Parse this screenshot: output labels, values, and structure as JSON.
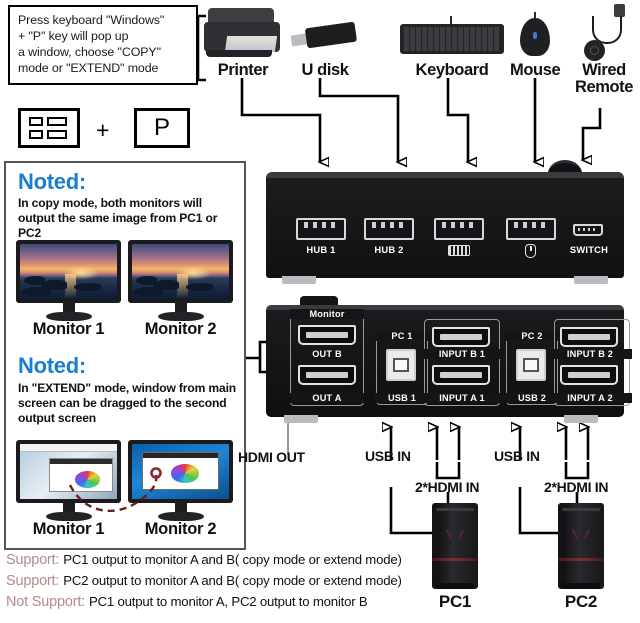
{
  "instruction": {
    "lines": [
      "Press keyboard \"Windows\"",
      "+ \"P\" key will pop up",
      "a window, choose \"COPY\"",
      "mode or \"EXTEND\" mode"
    ],
    "win_key_icon": "windows-key-icon",
    "plus": "+",
    "p_key_label": "P"
  },
  "peripherals": [
    {
      "label": "Printer",
      "icon": "printer-icon"
    },
    {
      "label": "U disk",
      "icon": "usb-flash-drive-icon"
    },
    {
      "label": "Keyboard",
      "icon": "keyboard-icon"
    },
    {
      "label": "Mouse",
      "icon": "mouse-icon"
    },
    {
      "label": "Wired\nRemote",
      "icon": "wired-remote-icon",
      "line1": "Wired",
      "line2": "Remote"
    }
  ],
  "noted_panels": [
    {
      "heading": "Noted:",
      "body": "In copy mode, both monitors will output the same image from PC1 or PC2",
      "monitors": [
        {
          "caption": "Monitor 1",
          "screen": "sunset-beach-photo"
        },
        {
          "caption": "Monitor 2",
          "screen": "sunset-beach-photo"
        }
      ]
    },
    {
      "heading": "Noted:",
      "body": "In \"EXTEND\" mode, window from main screen can be dragged to the second output screen",
      "monitors": [
        {
          "caption": "Monitor 1",
          "screen": "desktop-window-light"
        },
        {
          "caption": "Monitor 2",
          "screen": "desktop-window-blue"
        }
      ]
    }
  ],
  "kvm_front": {
    "name": "kvm-switch-front-panel",
    "ports": [
      {
        "label": "HUB 1",
        "type": "usb-a",
        "icon": "usb-a-port-icon"
      },
      {
        "label": "HUB 2",
        "type": "usb-a",
        "icon": "usb-a-port-icon"
      },
      {
        "label": "",
        "type": "usb-a",
        "icon": "keyboard-glyph-icon"
      },
      {
        "label": "",
        "type": "usb-a",
        "icon": "mouse-glyph-icon"
      },
      {
        "label": "SWITCH",
        "type": "micro-usb",
        "icon": "micro-usb-port-icon"
      }
    ],
    "button": "power-switch-button"
  },
  "kvm_rear": {
    "name": "kvm-switch-rear-panel",
    "groups": [
      {
        "group_label": "Monitor",
        "ports": [
          {
            "label": "OUT B",
            "type": "hdmi"
          },
          {
            "label": "OUT A",
            "type": "hdmi"
          }
        ]
      },
      {
        "group_label": "PC 1",
        "ports": [
          {
            "label": "USB 1",
            "type": "usb-b"
          }
        ]
      },
      {
        "group_label": "",
        "ports": [
          {
            "label": "INPUT B 1",
            "type": "hdmi"
          },
          {
            "label": "INPUT A 1",
            "type": "hdmi"
          }
        ]
      },
      {
        "group_label": "PC 2",
        "ports": [
          {
            "label": "USB 2",
            "type": "usb-b"
          }
        ]
      },
      {
        "group_label": "",
        "ports": [
          {
            "label": "INPUT B 2",
            "type": "hdmi"
          },
          {
            "label": "INPUT A 2",
            "type": "hdmi"
          }
        ]
      }
    ]
  },
  "connection_labels": {
    "hdmi_out": "HDMI OUT",
    "usb_in_1": "USB IN",
    "hdmi_in_1": "2*HDMI IN",
    "usb_in_2": "USB IN",
    "hdmi_in_2": "2*HDMI IN"
  },
  "computers": [
    {
      "label": "PC1"
    },
    {
      "label": "PC2"
    }
  ],
  "support_lines": [
    {
      "key": "Support:",
      "value": "PC1 output to monitor A and B( copy mode or extend mode)"
    },
    {
      "key": "Support:",
      "value": "PC2 output to monitor A and B( copy mode or extend mode)"
    },
    {
      "key": "Not Support:",
      "value": "PC1 output to monitor A, PC2 output to monitor B"
    }
  ],
  "colors": {
    "noted_heading": "#1b7fd0",
    "support_key": "#b08c8c",
    "body_text": "#111111",
    "device_black": "#141518",
    "wire_black": "#000000"
  }
}
